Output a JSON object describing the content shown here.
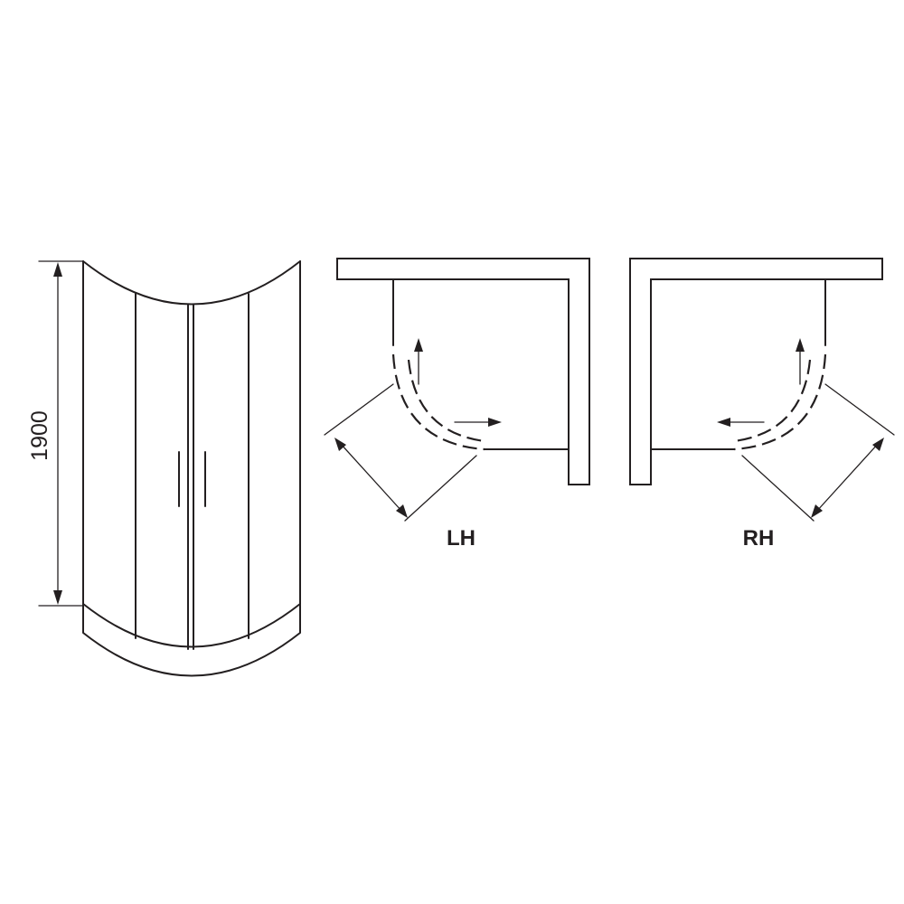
{
  "elevation": {
    "height_label": "1900"
  },
  "plans": {
    "left": {
      "label": "LH"
    },
    "right": {
      "label": "RH"
    }
  }
}
